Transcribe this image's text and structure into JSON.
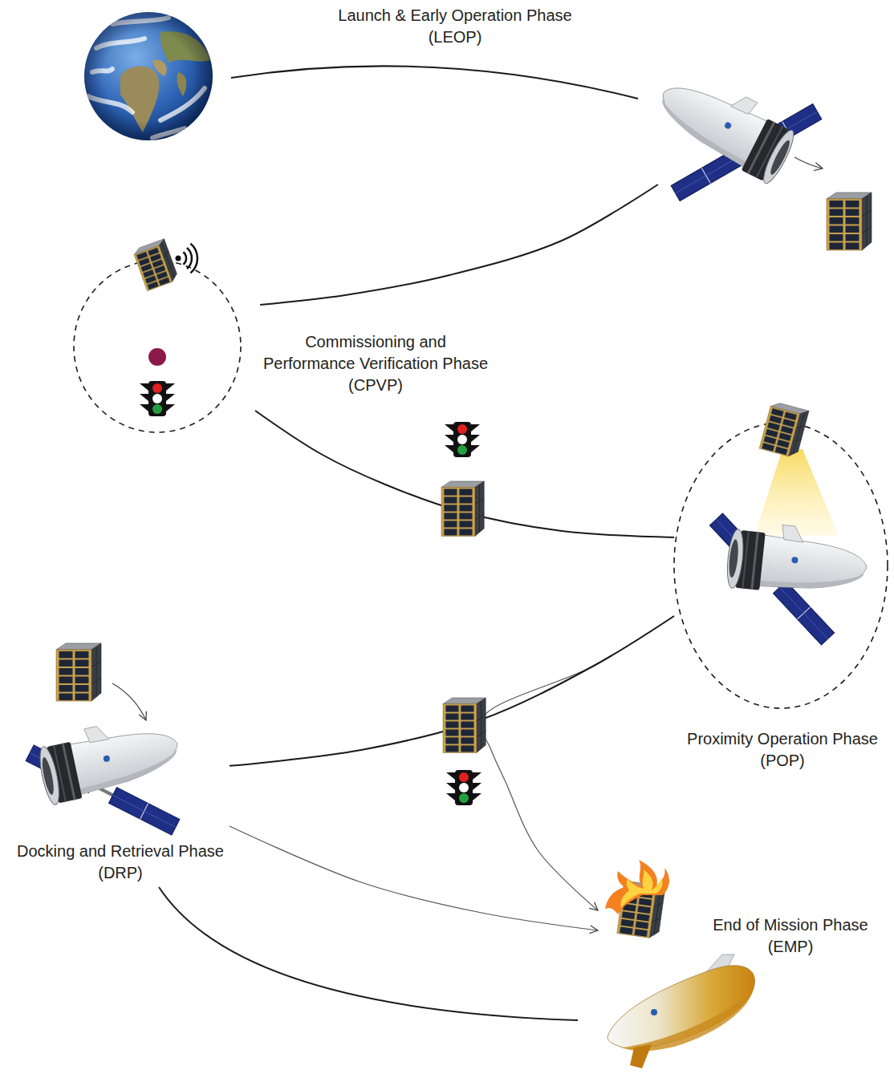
{
  "diagram": {
    "nodes": [
      {
        "text": [
          "Launch & Early Operation Phase (LEOP)"
        ]
      },
      {
        "text": [
          "Commissioning and Performance Verification Phase (CPVP)"
        ]
      },
      {
        "text": [
          "Proximity Operation Phase (POP)"
        ]
      },
      {
        "text": [
          "Docking and Retrieval Phase (DRP)"
        ]
      },
      {
        "text": [
          "End of Mission Phase (EMP)"
        ]
      }
    ],
    "edges": [
      {
        "from": 0,
        "to": 1,
        "arrow": "none"
      },
      {
        "from": 1,
        "to": 2,
        "arrow": "none"
      },
      {
        "from": 2,
        "to": 3,
        "arrow": "none"
      },
      {
        "from": 2,
        "to": 4,
        "arrow": "to"
      },
      {
        "from": 3,
        "to": 4,
        "arrow": "to"
      }
    ]
  }
}
